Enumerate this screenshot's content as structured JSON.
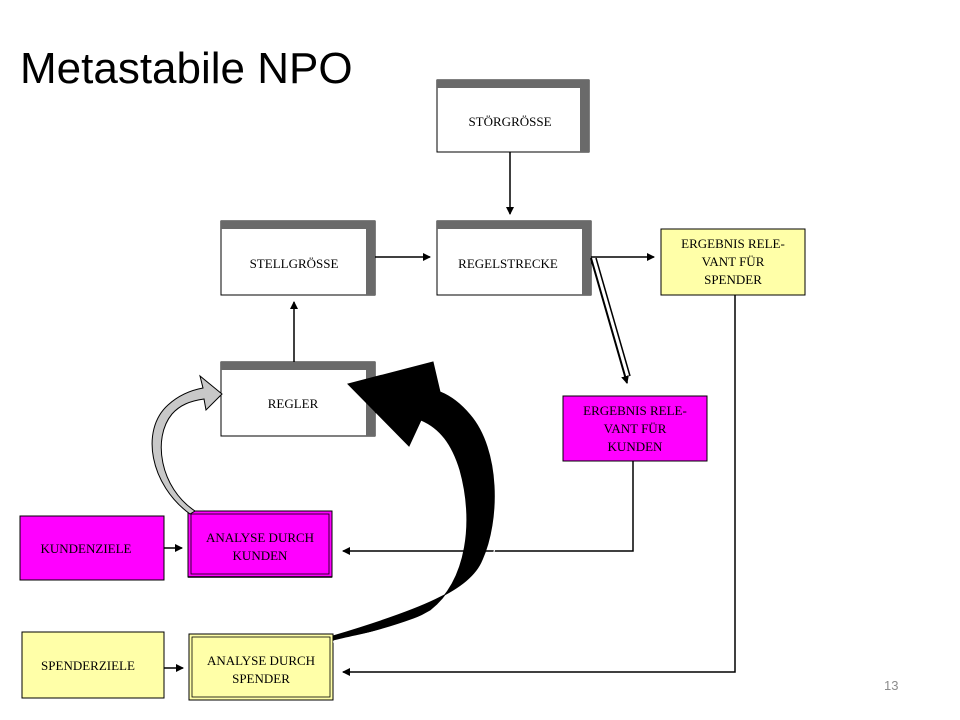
{
  "slide": {
    "title": "Metastabile NPO",
    "page_number": "13"
  },
  "boxes": {
    "stoergroesse": {
      "lines": [
        "STÖRGRÖSSE"
      ]
    },
    "stellgroesse": {
      "lines": [
        "STELLGRÖSSE"
      ]
    },
    "regelstrecke": {
      "lines": [
        "REGELSTRECKE"
      ]
    },
    "regler": {
      "lines": [
        "REGLER"
      ]
    },
    "ergebnis_spender": {
      "lines": [
        "ERGEBNIS RELE-",
        "VANT FÜR",
        "SPENDER"
      ]
    },
    "ergebnis_kunden": {
      "lines": [
        "ERGEBNIS RELE-",
        "VANT FÜR",
        "KUNDEN"
      ]
    },
    "kundenziele": {
      "lines": [
        "KUNDENZIELE"
      ]
    },
    "analyse_kunden": {
      "lines": [
        "ANALYSE DURCH",
        "KUNDEN"
      ]
    },
    "spenderziele": {
      "lines": [
        "SPENDERZIELE"
      ]
    },
    "analyse_spender": {
      "lines": [
        "ANALYSE DURCH",
        "SPENDER"
      ]
    }
  },
  "colors": {
    "magenta": "#ff00ff",
    "yellow": "#ffffa8",
    "white": "#ffffff",
    "shadow": "#5a5a5a",
    "gray_arrow": "#c8c8c8"
  }
}
